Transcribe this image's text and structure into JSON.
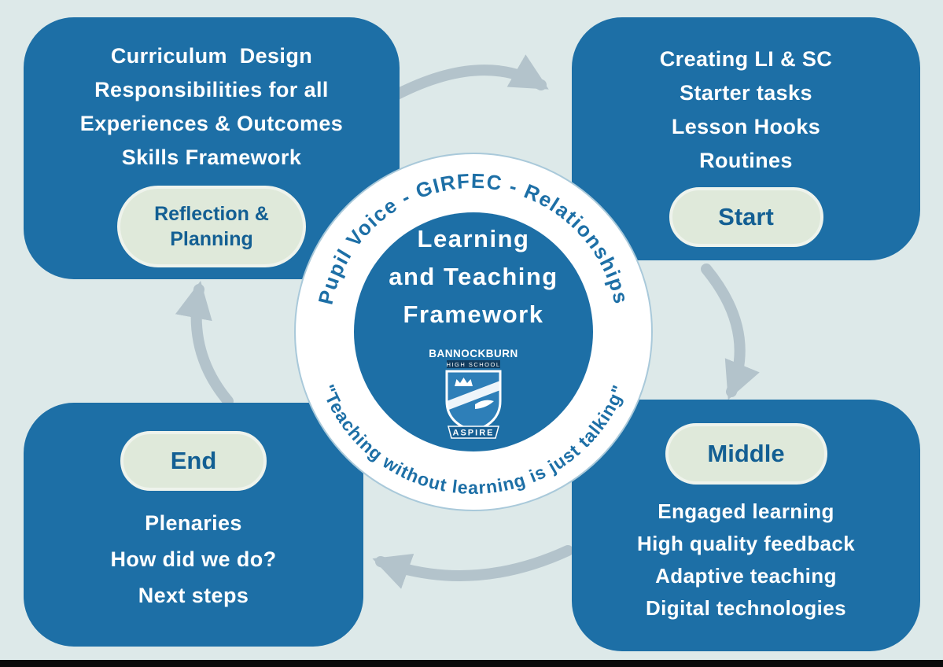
{
  "colors": {
    "background": "#dde9e9",
    "box_blue": "#1d6fa6",
    "pill_bg": "#dfe9da",
    "pill_text": "#135f93",
    "arrow_grey": "#b3c3cb",
    "white": "#ffffff"
  },
  "boxes": {
    "top_left": {
      "lines": [
        "Curriculum  Design",
        "Responsibilities for all",
        "Experiences & Outcomes",
        "Skills Framework"
      ],
      "pill_lines": [
        "Reflection &",
        "Planning"
      ]
    },
    "top_right": {
      "lines": [
        "Creating LI & SC",
        "Starter tasks",
        "Lesson Hooks",
        "Routines"
      ],
      "pill": "Start"
    },
    "bottom_left": {
      "pill": "End",
      "lines": [
        "Plenaries",
        "How did we do?",
        "Next steps"
      ]
    },
    "bottom_right": {
      "pill": "Middle",
      "lines": [
        "Engaged learning",
        "High quality feedback",
        "Adaptive teaching",
        "Digital technologies"
      ]
    }
  },
  "center": {
    "arc_top": "Pupil Voice - GIRFEC - Relationships",
    "arc_bottom": "\"Teaching without learning is just talking\"",
    "title_lines": [
      "Learning",
      "and Teaching",
      "Framework"
    ],
    "crest": {
      "school": "BANNOCKBURN",
      "subtitle": "HIGH SCHOOL",
      "motto": "ASPIRE"
    }
  }
}
